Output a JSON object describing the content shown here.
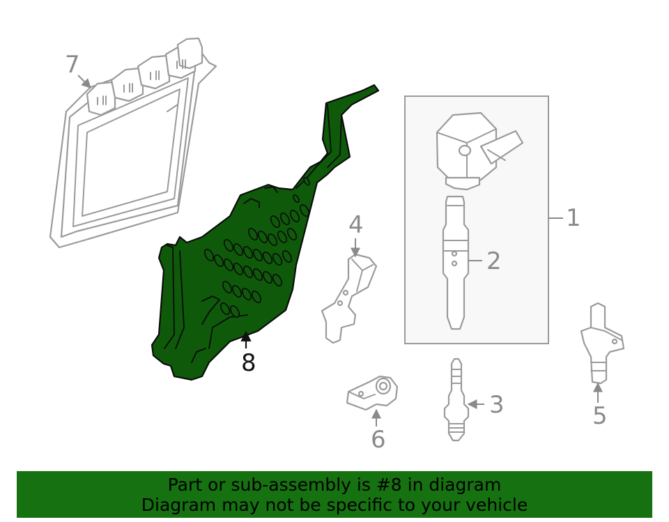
{
  "diagram": {
    "callouts": [
      "1",
      "2",
      "3",
      "4",
      "5",
      "6",
      "7",
      "8"
    ],
    "highlighted_callout": "8",
    "highlight_color": "#167111",
    "part_color": "#0f5a0a"
  },
  "banner": {
    "line1": "Part or sub-assembly is #8 in diagram",
    "line2": "Diagram may not be specific to your vehicle"
  }
}
